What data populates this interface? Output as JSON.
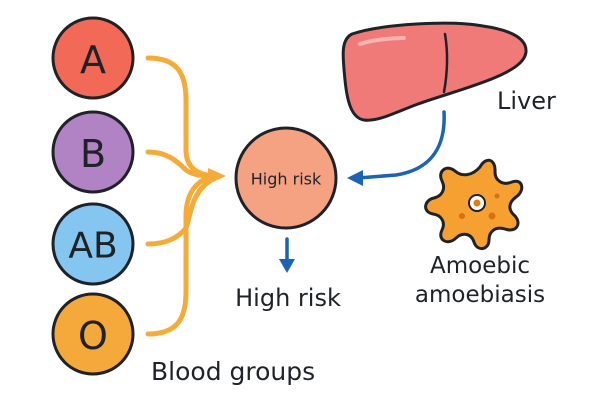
{
  "blood_groups": {
    "items": [
      {
        "letter": "A",
        "color": "#f26a57"
      },
      {
        "letter": "B",
        "color": "#b283c4"
      },
      {
        "letter": "AB",
        "color": "#85c6f0"
      },
      {
        "letter": "O",
        "color": "#f6a93b"
      }
    ],
    "caption": "Blood groups"
  },
  "center_node": {
    "label": "High risk",
    "color": "#f5a283"
  },
  "outcome_label": "High risk",
  "liver": {
    "label": "Liver",
    "icon": "liver-icon",
    "color": "#ef7a78"
  },
  "amoeba": {
    "label_line1": "Amoebic",
    "label_line2": "amoebiasis",
    "icon": "amoeba-icon",
    "color": "#f6a032"
  },
  "colors": {
    "connector_orange": "#f4ab38",
    "arrow_blue": "#1d63b4",
    "outline": "#1f2328"
  }
}
